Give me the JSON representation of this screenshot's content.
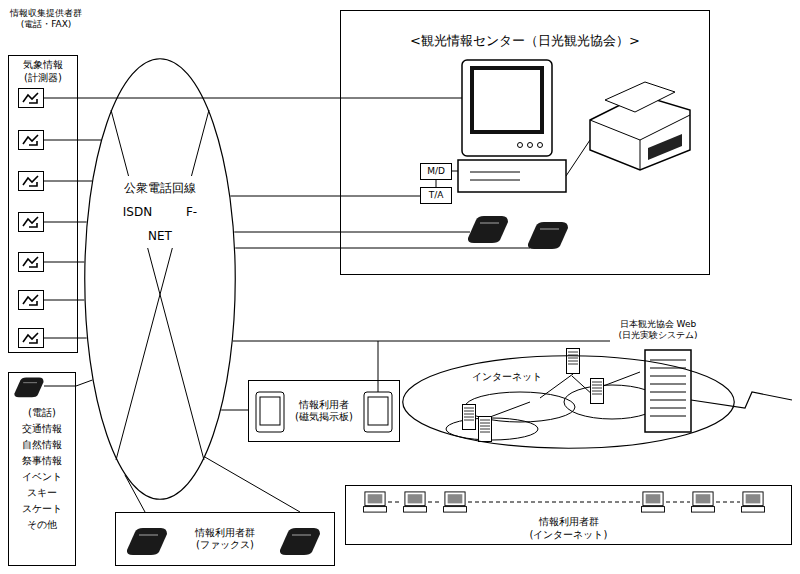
{
  "diagram": {
    "nodes": [
      {
        "text": [
          "気象情報 (計測器)"
        ]
      },
      {
        "text": [
          "公衆電話回線 ISDN F-NET"
        ]
      },
      {
        "text": [
          "<観光情報センター（日光観光協会）>"
        ]
      },
      {
        "text": [
          "M/D"
        ],
        "in": 2
      },
      {
        "text": [
          "T/A"
        ],
        "in": 2
      },
      {
        "text": [
          "情報利用者 (磁気掲示板)"
        ]
      },
      {
        "text": [
          "インターネット"
        ]
      },
      {
        "text": [
          "日本観光協会 Web (日光実験システム)"
        ]
      },
      {
        "text": [
          "(電話)",
          "交通情報 自然情報 祭事情報 イベント スキー スケート その他"
        ]
      },
      {
        "text": [
          "情報利用者群 (ファックス)"
        ]
      },
      {
        "text": [
          "情報利用者群 (インターネット)"
        ]
      }
    ],
    "edges": [
      {
        "from": 1,
        "to": 4,
        "arrow": "none"
      },
      {
        "from": 1,
        "to": 2,
        "arrow": "none"
      },
      {
        "from": 1,
        "to": 2,
        "arrow": "none"
      },
      {
        "from": 1,
        "to": 7,
        "arrow": "none"
      },
      {
        "from": 1,
        "to": 5,
        "arrow": "none"
      },
      {
        "from": 8,
        "to": 1,
        "arrow": "none"
      },
      {
        "from": 1,
        "to": 9,
        "arrow": "none"
      },
      {
        "from": 1,
        "to": 9,
        "arrow": "none"
      }
    ],
    "labels": [
      "情報収集提供者群 (電話・FAX)"
    ]
  }
}
